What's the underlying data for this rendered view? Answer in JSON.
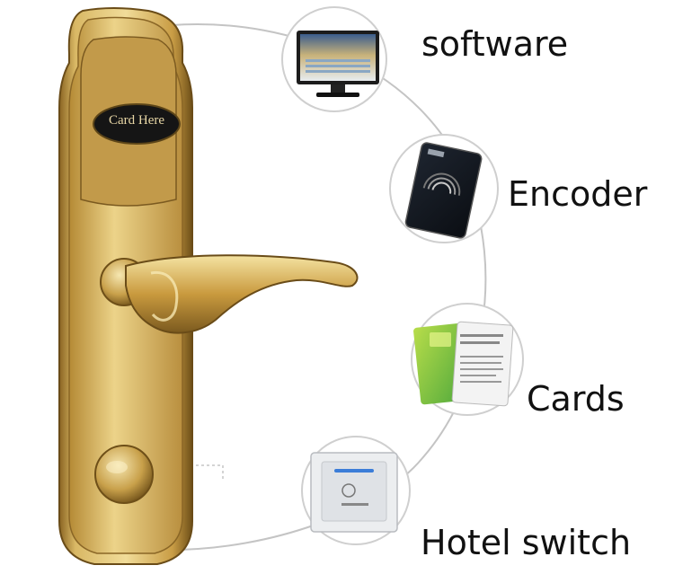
{
  "lock": {
    "plate_label": "Card Here"
  },
  "components": [
    {
      "id": "software",
      "label": "software"
    },
    {
      "id": "encoder",
      "label": "Encoder"
    },
    {
      "id": "cards",
      "label": "Cards"
    },
    {
      "id": "hotel_switch",
      "label": "Hotel switch"
    }
  ],
  "colors": {
    "gold_light": "#e9cf7e",
    "gold_mid": "#c9a44a",
    "gold_dark": "#7a5a1e",
    "line_grey": "#bdbdbd"
  }
}
